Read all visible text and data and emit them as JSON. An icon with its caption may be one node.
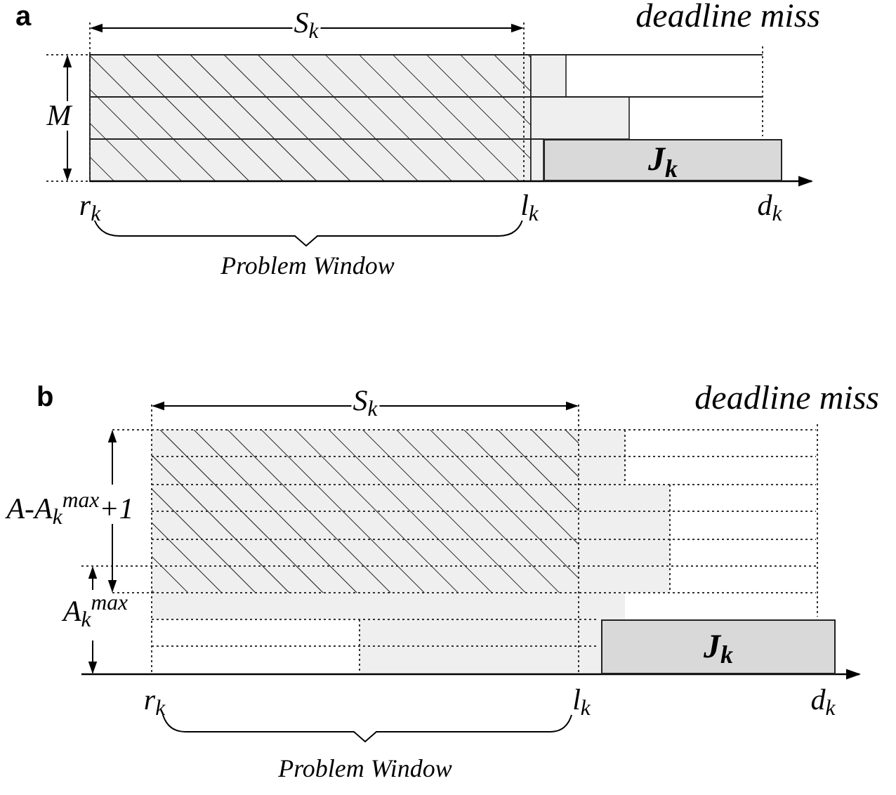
{
  "diagram": {
    "nodes": [
      {
        "text": [
          "J$_{k}$"
        ]
      },
      {
        "text": [
          "J$_{k}$"
        ]
      }
    ],
    "labels": [
      "a",
      "S$_{k}$",
      "deadline miss",
      "M",
      "r$_{k}$",
      "l$_{k}$",
      "d$_{k}$",
      "Problem Window",
      "b",
      "S$_{k}$",
      "deadline miss",
      "A-A$_{k}$$^{max}$+1",
      "A$_{k}$$^{max}$",
      "r$_{k}$",
      "l$_{k}$",
      "d$_{k}$",
      "Problem Window"
    ]
  }
}
